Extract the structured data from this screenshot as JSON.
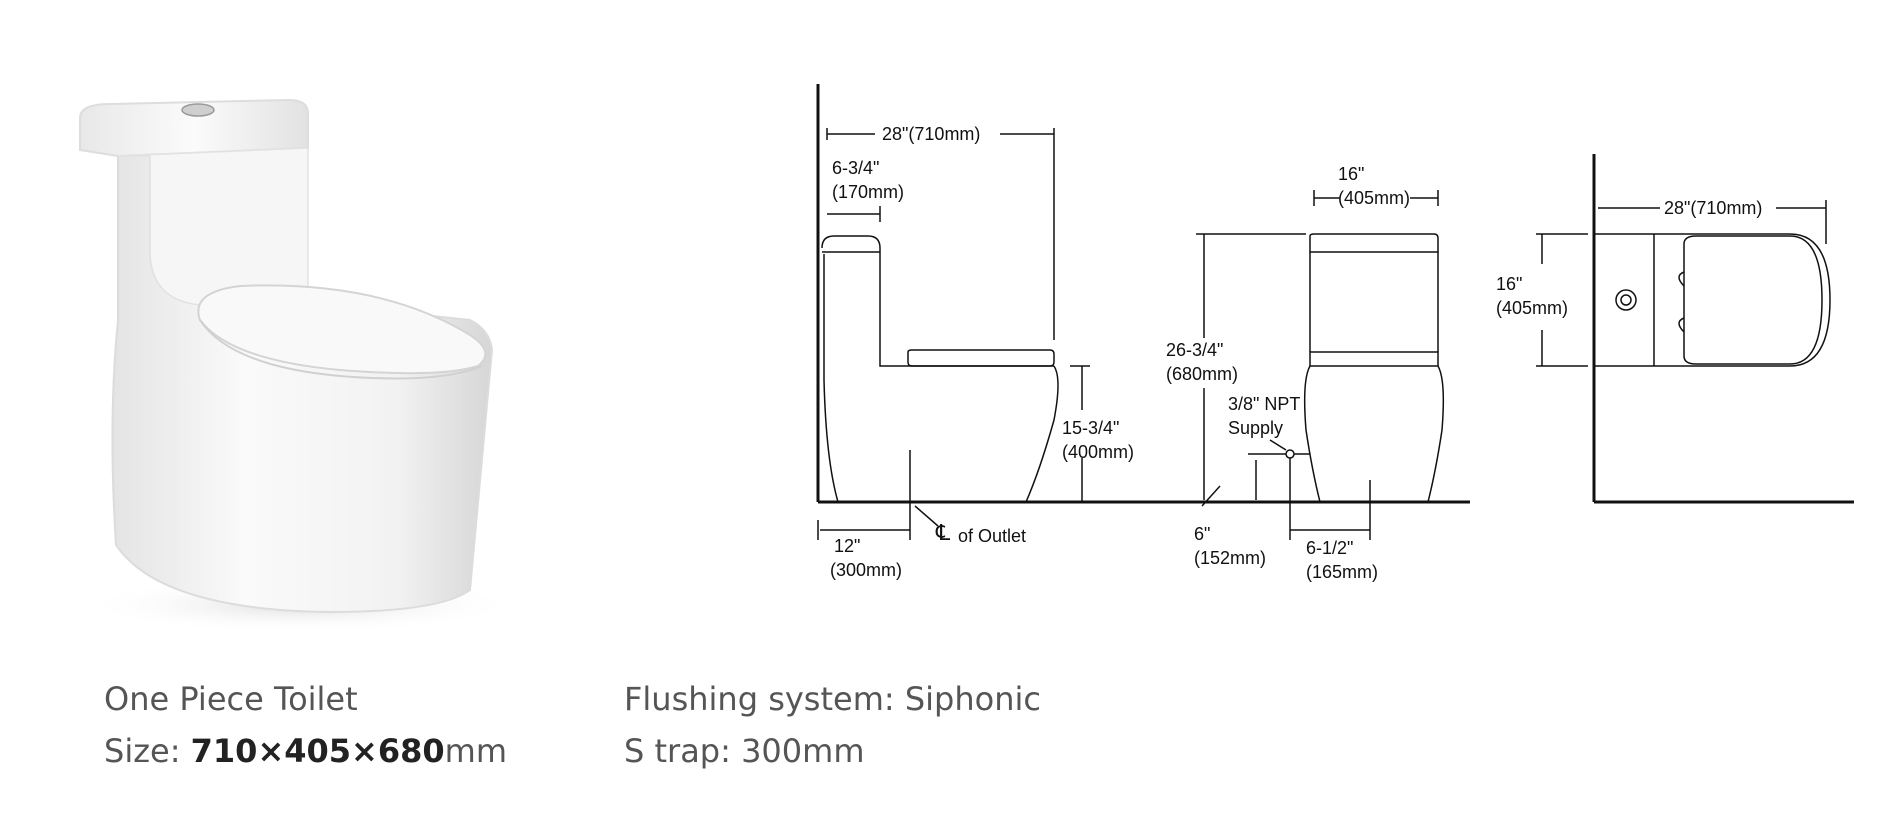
{
  "product": {
    "name": "One Piece Toilet",
    "size_label": "Size: ",
    "size_value": "710×405×680",
    "size_unit": "mm",
    "flushing": "Flushing system: Siphonic",
    "trap": "S trap: 300mm"
  },
  "dimensions": {
    "side_length_in": "28\"(710mm)",
    "tank_depth_in": "6-3/4\"",
    "tank_depth_mm": "(170mm)",
    "seat_height_in": "15-3/4\"",
    "seat_height_mm": "(400mm)",
    "rough_in_in": "12\"",
    "rough_in_mm": "(300mm)",
    "outlet_symbol": "℄",
    "outlet_label": "of Outlet",
    "front_width_in": "16\"",
    "front_width_mm": "(405mm)",
    "total_height_in": "26-3/4\"",
    "total_height_mm": "(680mm)",
    "supply_line1": "3/8\" NPT",
    "supply_line2": "Supply",
    "supply_height_in": "6\"",
    "supply_height_mm": "(152mm)",
    "supply_offset_in": "6-1/2\"",
    "supply_offset_mm": "(165mm)",
    "top_length": "28\"(710mm)",
    "top_width_in": "16\"",
    "top_width_mm": "(405mm)"
  },
  "colors": {
    "line": "#111111",
    "caption": "#555555",
    "caption_bold": "#222222"
  }
}
